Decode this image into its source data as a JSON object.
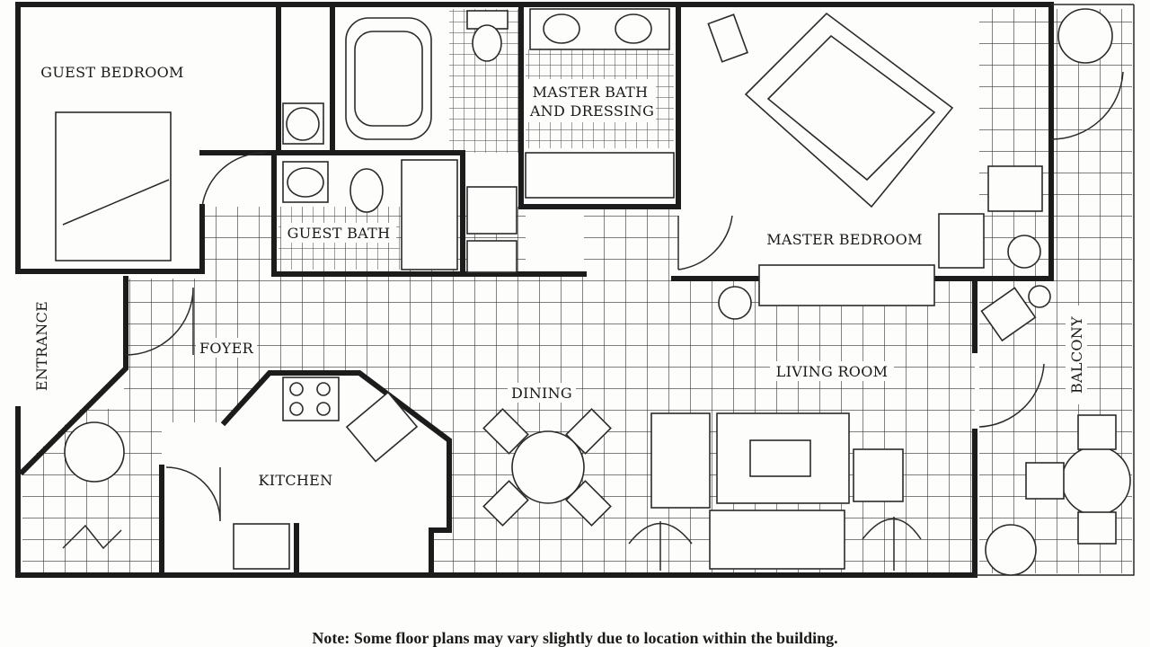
{
  "rooms": {
    "guest_bedroom": "GUEST BEDROOM",
    "master_bath_line1": "MASTER BATH",
    "master_bath_line2": "AND DRESSING",
    "guest_bath": "GUEST BATH",
    "master_bedroom": "MASTER BEDROOM",
    "entrance": "ENTRANCE",
    "foyer": "FOYER",
    "living_room": "LIVING ROOM",
    "dining": "DINING",
    "balcony": "BALCONY",
    "kitchen": "KITCHEN"
  },
  "note": "Note: Some floor plans may vary slightly due to location within the building.",
  "colors": {
    "ink": "#1c1c1c",
    "paper": "#fdfdfb"
  }
}
